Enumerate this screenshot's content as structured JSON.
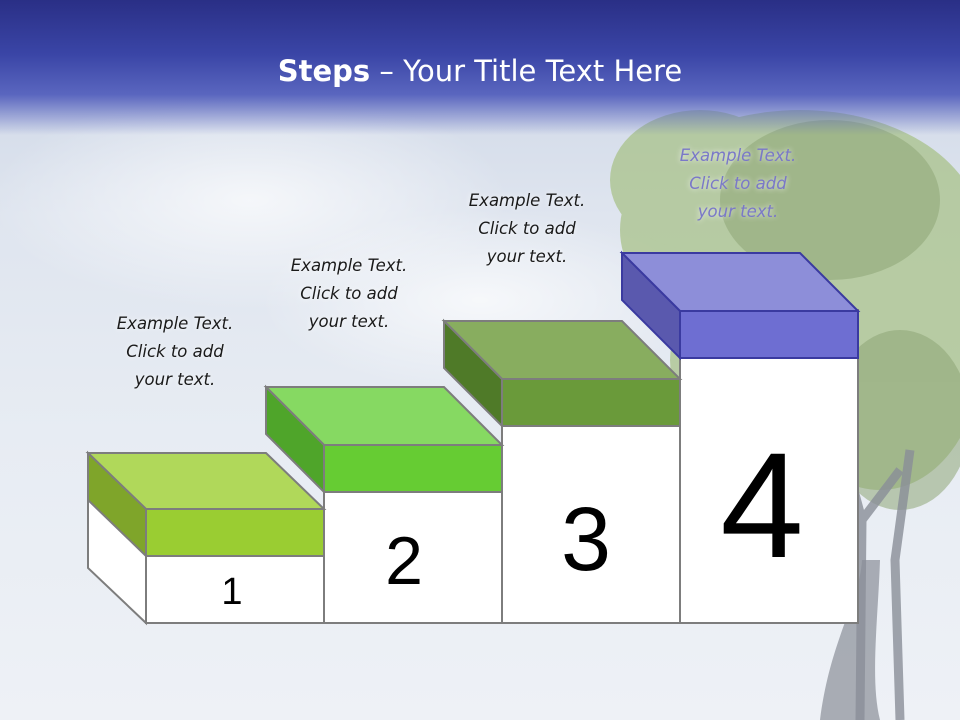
{
  "slide": {
    "title_bold": "Steps",
    "title_dash": " – ",
    "title_rest": "Your Title Text Here"
  },
  "steps": [
    {
      "number": "1",
      "caption": [
        "Example Text.",
        "Click  to add",
        "your text."
      ],
      "color": "#9acd32"
    },
    {
      "number": "2",
      "caption": [
        "Example Text.",
        "Click  to add",
        "your text."
      ],
      "color": "#66cc33"
    },
    {
      "number": "3",
      "caption": [
        "Example Text.",
        "Click  to add",
        "your text."
      ],
      "color": "#6a9a3a"
    },
    {
      "number": "4",
      "caption": [
        "Example Text.",
        "Click  to add",
        "your text."
      ],
      "color": "#6e6ed2"
    }
  ]
}
